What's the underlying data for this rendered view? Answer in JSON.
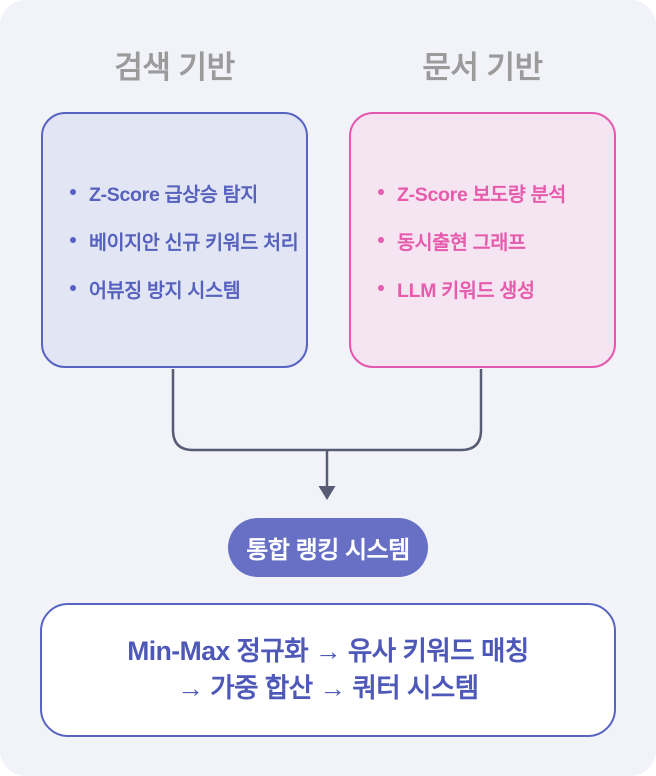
{
  "colors": {
    "page-bg": "#F2F3F8",
    "accent-blue": "#5864C2",
    "fill-blue": "#E2E5F3",
    "text-blue": "#5762BE",
    "accent-pink": "#E358B1",
    "fill-pink": "#F5E4F1",
    "text-pink": "#E75BAD",
    "title-gray": "#9B9B9B",
    "connector": "#575C74",
    "badge-bg": "#6770C5",
    "badge-text": "#FFFFFF",
    "pipeline-text": "#4D58B8"
  },
  "columns": [
    {
      "title": "검색 기반",
      "items": [
        "Z-Score 급상승 탐지",
        "베이지안 신규 키워드 처리",
        "어뷰징 방지 시스템"
      ]
    },
    {
      "title": "문서 기반",
      "items": [
        "Z-Score 보도량 분석",
        "동시출현 그래프",
        "LLM 키워드 생성"
      ]
    }
  ],
  "merge_badge": {
    "label": "통합 랭킹 시스템"
  },
  "pipeline_box": {
    "line1": "Min-Max 정규화 → 유사 키워드 매칭",
    "line2": "→ 가중 합산 → 쿼터 시스템"
  }
}
